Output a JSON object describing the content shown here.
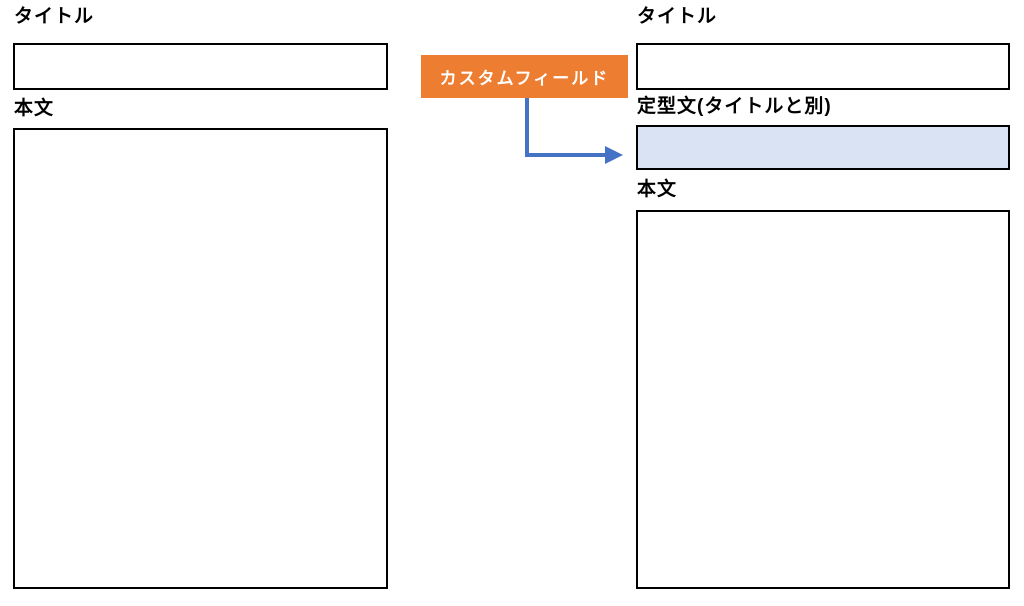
{
  "left_form": {
    "title_label": "タイトル",
    "body_label": "本文"
  },
  "callout": {
    "label": "カスタムフィールド"
  },
  "right_form": {
    "title_label": "タイトル",
    "fixed_phrase_label": "定型文(タイトルと別)",
    "body_label": "本文"
  },
  "colors": {
    "callout_background": "#ED7D31",
    "callout_text": "#FFFFFF",
    "arrow_blue": "#4472C4",
    "fixed_phrase_field_fill": "#DAE3F3",
    "box_border": "#000000",
    "background": "#FFFFFF"
  }
}
